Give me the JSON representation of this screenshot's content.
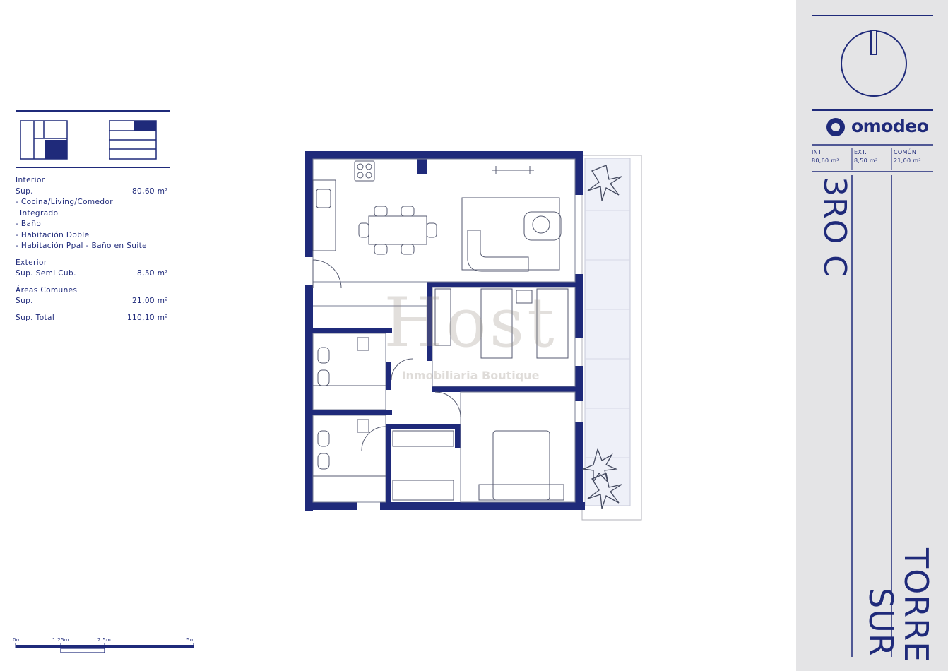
{
  "spec": {
    "interior_title": "Interior",
    "interior_sup_label": "Sup.",
    "interior_sup_value": "80,60 m²",
    "rooms": [
      "- Cocina/Living/Comedor",
      "Integrado",
      "- Baño",
      "- Habitación Doble",
      "- Habitación Ppal - Baño en Suite"
    ],
    "exterior_title": "Exterior",
    "exterior_sup_label": "Sup. Semi Cub.",
    "exterior_sup_value": "8,50 m²",
    "common_title": "Áreas Comunes",
    "common_sup_label": "Sup.",
    "common_sup_value": "21,00 m²",
    "total_label": "Sup. Total",
    "total_value": "110,10 m²"
  },
  "scale": {
    "labels": [
      "0m",
      "1.25m",
      "2.5m",
      "5m"
    ]
  },
  "watermark": {
    "word": "Host",
    "subtitle": "Inmobiliaria Boutique"
  },
  "info": {
    "brand": "omodeo",
    "areas": [
      {
        "label": "INT.",
        "value": "80,60 m²"
      },
      {
        "label": "EXT.",
        "value": "8,50 m²"
      },
      {
        "label": "COMÚN",
        "value": "21,00 m²"
      }
    ],
    "unit_code": "3RO C",
    "tower_line1": "TORRE",
    "tower_line2": "SUR"
  },
  "colors": {
    "navy": "#1f2a7a",
    "panel": "#e4e4e6",
    "watermark": "#968c82"
  }
}
